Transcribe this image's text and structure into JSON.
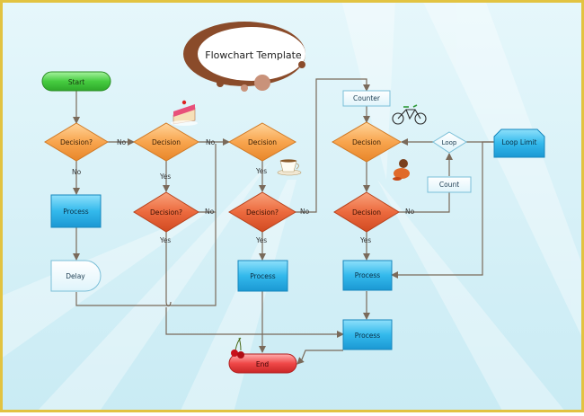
{
  "title": "Flowchart Template",
  "watermark": "",
  "nodes": {
    "start": "Start",
    "decision1": "Decision?",
    "process1": "Process",
    "delay": "Delay",
    "decision2": "Decision",
    "decision3": "Decision?",
    "decision4": "Decision",
    "decision5": "Decision?",
    "process2": "Process",
    "counter": "Counter",
    "decision6": "Decision",
    "decision7": "Decision",
    "loop": "Loop",
    "count": "Count",
    "loop_limit": "Loop Limit",
    "process3": "Process",
    "process4": "Process",
    "end": "End"
  },
  "edge_labels": {
    "no": "No",
    "yes": "Yes"
  },
  "icons": [
    "cake-icon",
    "coffee-cup-icon",
    "bicycle-icon",
    "person-icon",
    "cherries-icon"
  ],
  "colors": {
    "border": "#e2c341",
    "background": "#d9f1f8",
    "decision_orange": "#f7a24b",
    "decision_red": "#e8603a",
    "process_blue": "#30b7ea",
    "start_green": "#4fd14a",
    "end_red": "#ef3b3b",
    "connector": "#7a6a5a"
  }
}
